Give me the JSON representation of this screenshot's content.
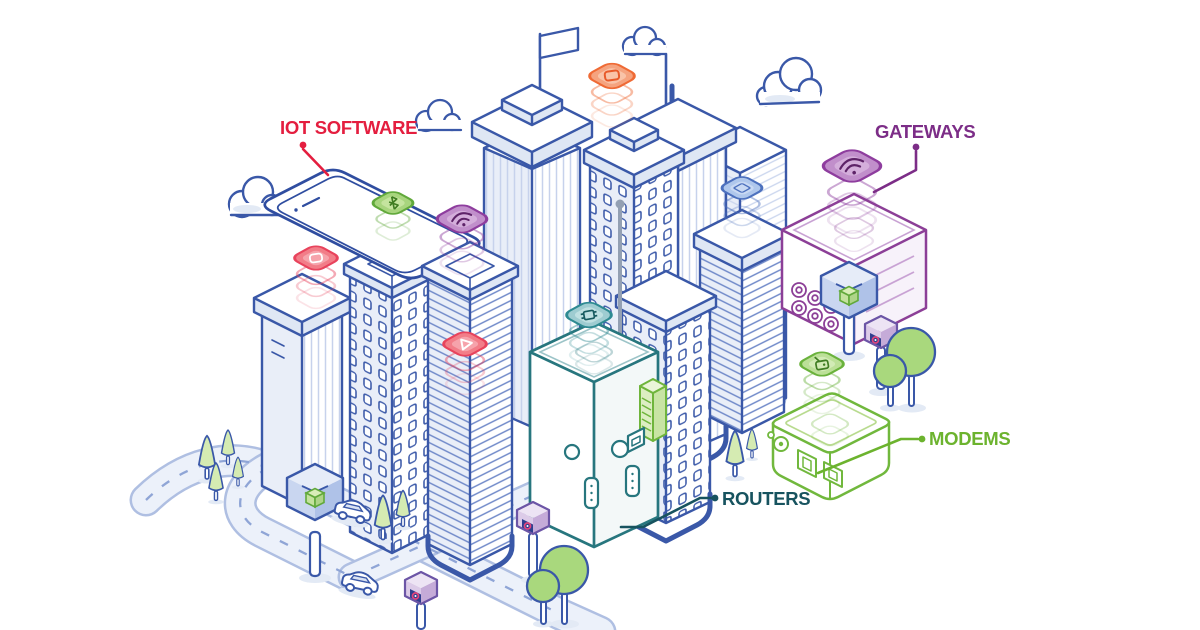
{
  "scene": {
    "background": "#FFFFFF",
    "description": "Isometric smart-city illustration of an IoT network: skyscrapers, roads, trees, smartphone, wireless sensors, gateway, modem and router devices"
  },
  "labels": {
    "iot_software": {
      "text": "IOT SOFTWARE",
      "color": "#E41E3F"
    },
    "gateways": {
      "text": "GATEWAYS",
      "color": "#7C2D87"
    },
    "modems": {
      "text": "MODEMS",
      "color": "#6CB32E"
    },
    "routers": {
      "text": "ROUTERS",
      "color": "#17535F"
    }
  },
  "palette": {
    "outline_blue": "#3A58A8",
    "fill_light_blue": "#E9EEF8",
    "road": "#ECF1FA",
    "router_teal": "#27767E",
    "gateway_purple": "#8C3F97",
    "modem_green": "#71B83D",
    "sensor_orange": "#EF6A35",
    "sensor_red": "#E8435C",
    "tree_green": "#A9D87D"
  },
  "objects": [
    {
      "name": "smartphone",
      "label_ref": "iot_software"
    },
    {
      "name": "gateway-box",
      "label_ref": "gateways"
    },
    {
      "name": "modem-box",
      "label_ref": "modems"
    },
    {
      "name": "router-box",
      "label_ref": "routers"
    },
    {
      "name": "wifi-beacon-purple"
    },
    {
      "name": "sensor-orange"
    },
    {
      "name": "sensor-red"
    },
    {
      "name": "sensor-red-play"
    },
    {
      "name": "sensor-green-bluetooth"
    },
    {
      "name": "sensor-blue"
    },
    {
      "name": "sensor-teal-chip"
    },
    {
      "name": "sensor-green-meter"
    },
    {
      "name": "cube-node-blue"
    },
    {
      "name": "cube-node-purple"
    },
    {
      "name": "skyscrapers"
    },
    {
      "name": "roads-and-cars"
    },
    {
      "name": "trees"
    },
    {
      "name": "clouds"
    }
  ]
}
